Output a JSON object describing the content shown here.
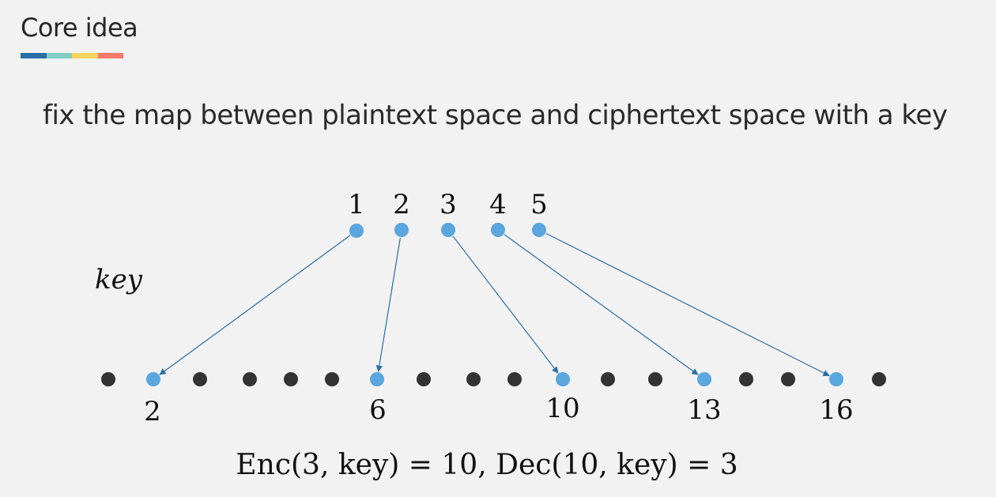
{
  "title": "Core idea",
  "underline_colors": [
    "#2a6ea6",
    "#7fccc4",
    "#f7d460",
    "#f47a6a"
  ],
  "subtitle": "fix the map between plaintext space and ciphertext space with a key",
  "key_label": "key",
  "plaintext_labels": [
    "1",
    "2",
    "3",
    "4",
    "5"
  ],
  "ciphertext_labels": [
    "2",
    "6",
    "10",
    "13",
    "16"
  ],
  "formula": "Enc(3, key) = 10, Dec(10, key) = 3",
  "colors": {
    "mapped_dot": "#5aa6df",
    "unmapped_dot": "#333333",
    "arrow": "#2a6ea6"
  }
}
